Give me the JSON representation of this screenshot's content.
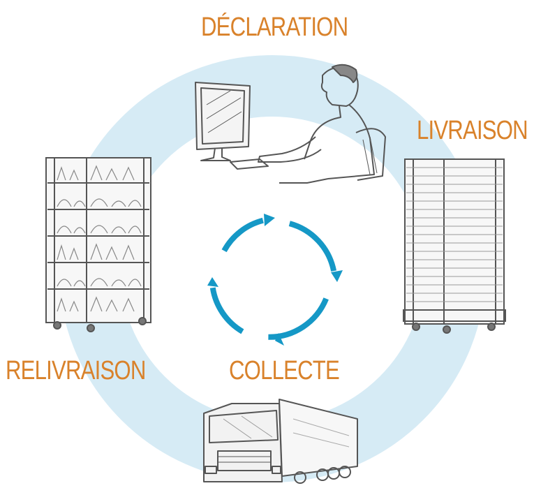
{
  "diagram": {
    "type": "cycle",
    "colors": {
      "label": "#d9822b",
      "ring": "#d6ebf5",
      "arrows": "#1598c6",
      "sketch": "#555555"
    },
    "stages": [
      {
        "label": "DÉCLARATION",
        "icon": "person-at-computer-icon"
      },
      {
        "label": "LIVRAISON",
        "icon": "empty-roll-cage-icon"
      },
      {
        "label": "COLLECTE",
        "icon": "truck-icon"
      },
      {
        "label": "RELIVRAISON",
        "icon": "full-roll-cage-icon"
      }
    ],
    "center_icon": "cycle-arrows-icon"
  }
}
